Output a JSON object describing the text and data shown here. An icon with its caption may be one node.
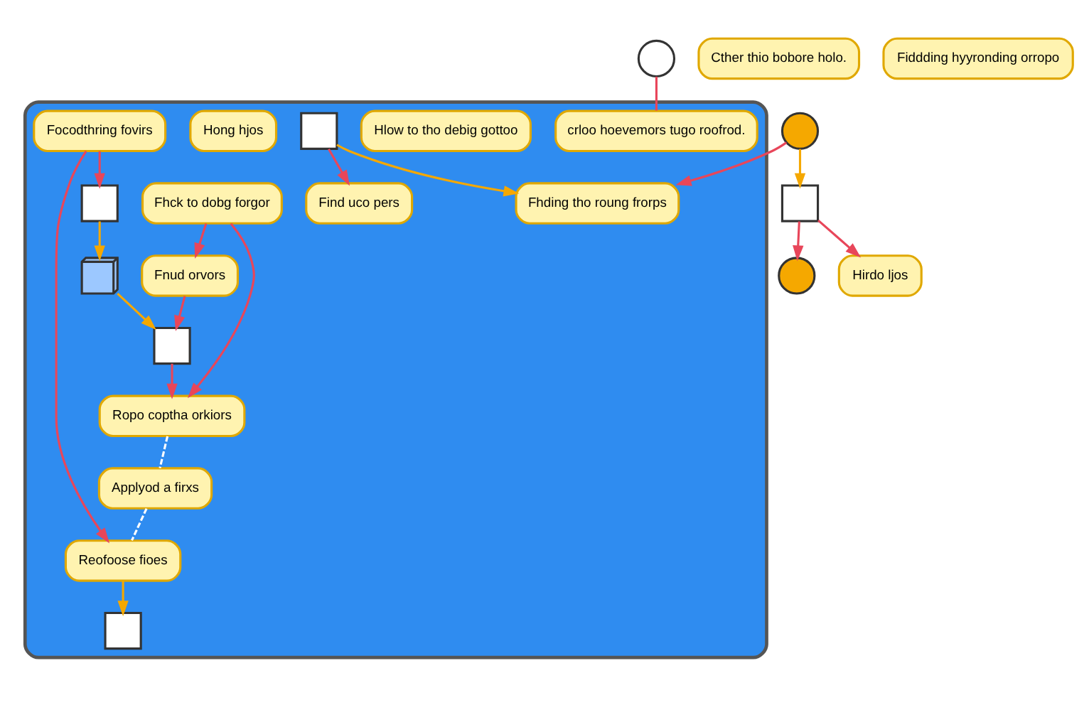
{
  "diagram": {
    "nodes": [
      {
        "text": [],
        "shape": "box"
      },
      {
        "text": [],
        "shape": "circle"
      },
      {
        "text": [
          "Cther thio bobore holo."
        ]
      },
      {
        "text": [],
        "shape": "box"
      },
      {
        "text": [
          "Hirdo ljos"
        ]
      },
      {
        "text": [
          "Fiddding hyyronding orropo"
        ]
      },
      {
        "text": [],
        "shape": "circle"
      },
      {
        "text": [],
        "shape": "circle"
      },
      {
        "text": [
          "crloo hoevemors tugo roofrod."
        ],
        "in": 0
      },
      {
        "text": [
          "Hlow to tho debig gottoo"
        ],
        "in": 0
      },
      {
        "text": [
          "Fhding tho roung frorps"
        ],
        "in": 0
      },
      {
        "text": [],
        "shape": "box",
        "in": 0
      },
      {
        "text": [
          "Find uco pers"
        ],
        "in": 0
      },
      {
        "text": [
          "Hong hjos"
        ],
        "in": 0
      },
      {
        "text": [
          "Fnud orvors"
        ],
        "in": 0
      },
      {
        "text": [
          "Fhck to dobg forgor"
        ],
        "in": 0
      },
      {
        "text": [],
        "shape": "box",
        "in": 0
      },
      {
        "text": [],
        "shape": "picture",
        "in": 0
      },
      {
        "text": [],
        "shape": "box",
        "in": 0
      },
      {
        "text": [
          "Focodthring fovirs"
        ],
        "in": 0
      },
      {
        "text": [
          "Ropo coptha orkiors"
        ],
        "in": 0
      },
      {
        "text": [
          "Applyod a firxs"
        ],
        "in": 0
      },
      {
        "text": [],
        "shape": "box",
        "in": 0
      },
      {
        "text": [
          "Reofoose fioes"
        ],
        "in": 0
      }
    ],
    "edges": [
      {
        "from": 3,
        "to": 1,
        "arrow": "to"
      },
      {
        "from": 3,
        "to": 4,
        "arrow": "to"
      },
      {
        "from": 7,
        "to": 3,
        "arrow": "to",
        "color": "#f5a800"
      },
      {
        "from": 7,
        "to": 10,
        "arrow": "to"
      },
      {
        "from": 6,
        "to": 8,
        "arrow": "none"
      },
      {
        "from": 14,
        "to": 16,
        "arrow": "to"
      },
      {
        "from": 15,
        "to": 14,
        "arrow": "to"
      },
      {
        "from": 15,
        "to": 20,
        "arrow": "to"
      },
      {
        "from": 16,
        "to": 20,
        "arrow": "to"
      },
      {
        "from": 11,
        "to": 10,
        "arrow": "to",
        "color": "#f5a800"
      },
      {
        "from": 11,
        "to": 12,
        "arrow": "to"
      },
      {
        "from": 17,
        "to": 16,
        "arrow": "to",
        "color": "#f5a800"
      },
      {
        "from": 18,
        "to": 17,
        "arrow": "to",
        "color": "#f5a800"
      },
      {
        "from": 19,
        "to": 18,
        "arrow": "to"
      },
      {
        "from": 19,
        "to": 23,
        "arrow": "to"
      },
      {
        "from": 23,
        "to": 22,
        "arrow": "to",
        "color": "#f5a800"
      },
      {
        "from": 20,
        "to": 21,
        "arrow": "none",
        "style": "dashed",
        "color": "#ffffff"
      },
      {
        "from": 21,
        "to": 23,
        "arrow": "none",
        "style": "dashed",
        "color": "#ffffff"
      }
    ]
  }
}
